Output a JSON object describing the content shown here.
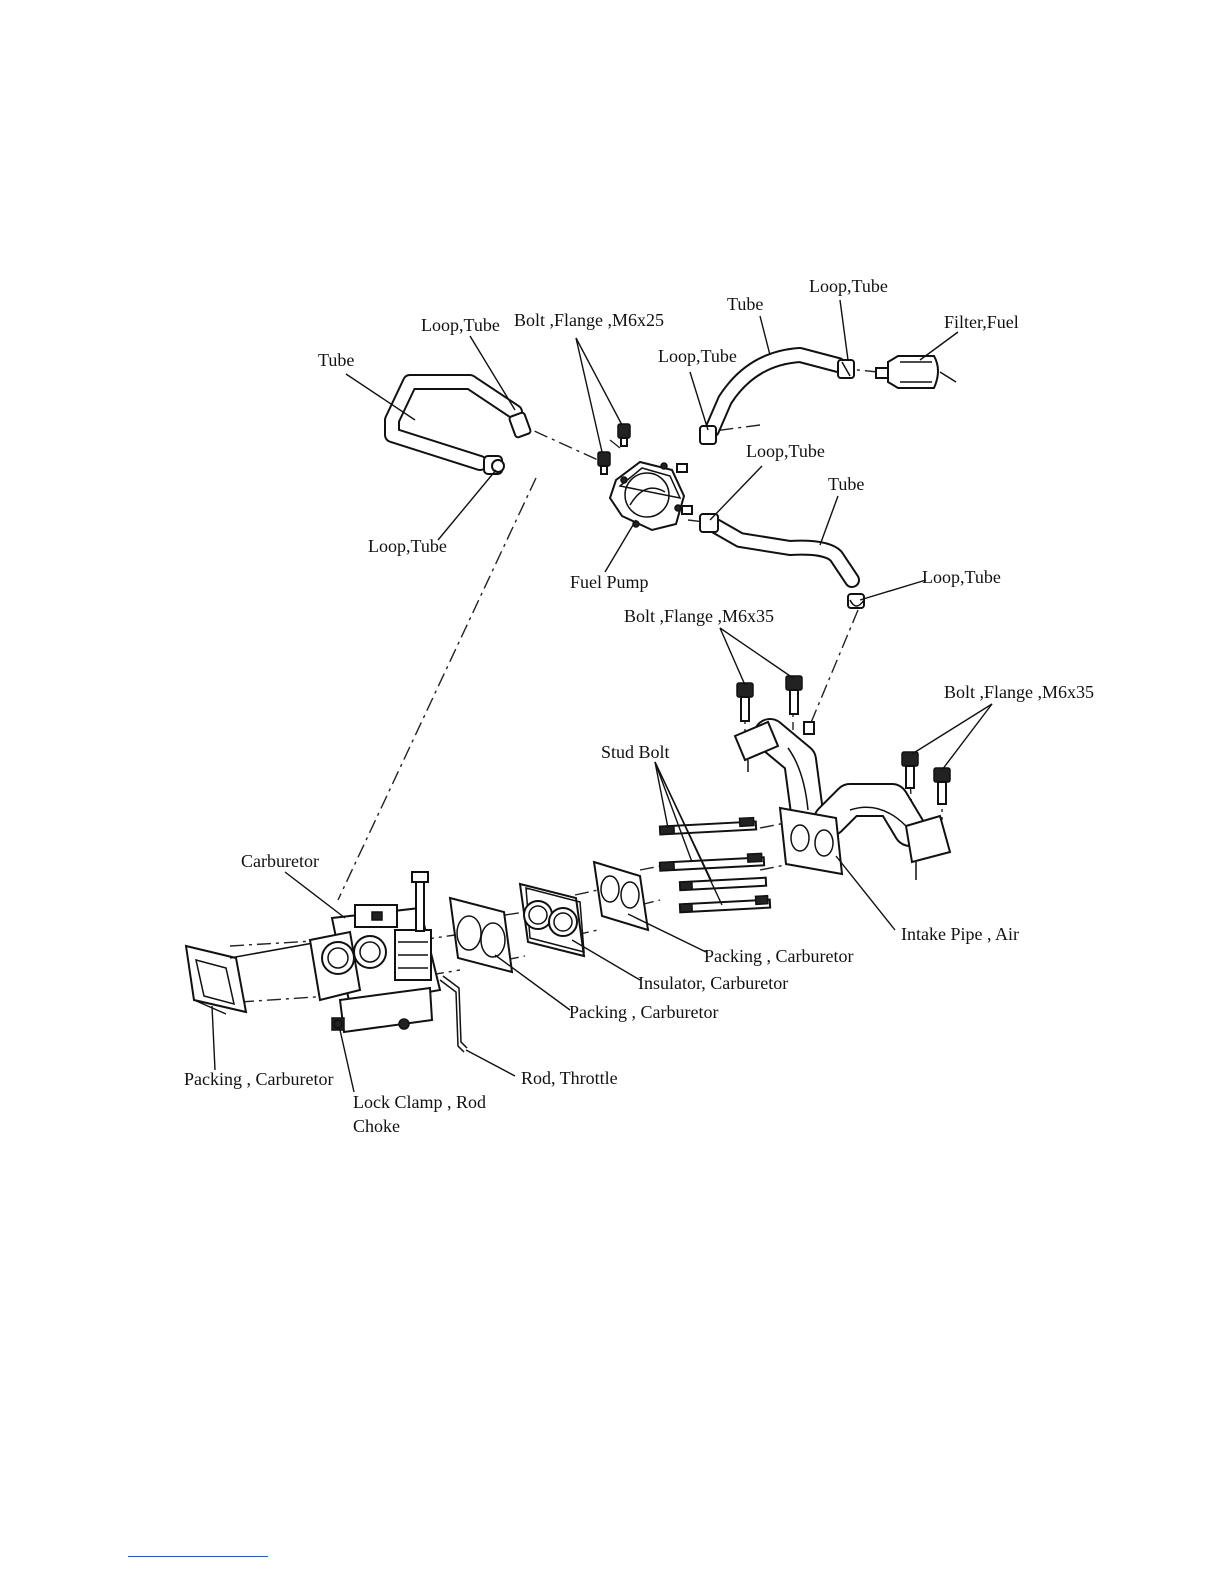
{
  "diagram": {
    "labels": {
      "tube_left": "Tube",
      "loop_tube_top_left": "Loop,Tube",
      "bolt_flange_m6x25": "Bolt ,Flange ,M6x25",
      "loop_tube_pump_top": "Loop,Tube",
      "tube_top": "Tube",
      "loop_tube_top_right": "Loop,Tube",
      "filter_fuel": "Filter,Fuel",
      "loop_tube_pump_right": "Loop,Tube",
      "tube_right": "Tube",
      "loop_tube_bottom_left": "Loop,Tube",
      "fuel_pump": "Fuel Pump",
      "loop_tube_right": "Loop,Tube",
      "bolt_flange_m6x35_upper": "Bolt ,Flange ,M6x35",
      "bolt_flange_m6x35_right": "Bolt ,Flange ,M6x35",
      "stud_bolt": "Stud Bolt",
      "carburetor": "Carburetor",
      "intake_pipe_air": "Intake Pipe , Air",
      "packing_carburetor_right": "Packing , Carburetor",
      "insulator_carburetor": "Insulator, Carburetor",
      "packing_carburetor_middle": "Packing , Carburetor",
      "packing_carburetor_left": "Packing , Carburetor",
      "rod_throttle": "Rod, Throttle",
      "lock_clamp_line1": "Lock Clamp , Rod",
      "lock_clamp_line2": "Choke"
    }
  }
}
